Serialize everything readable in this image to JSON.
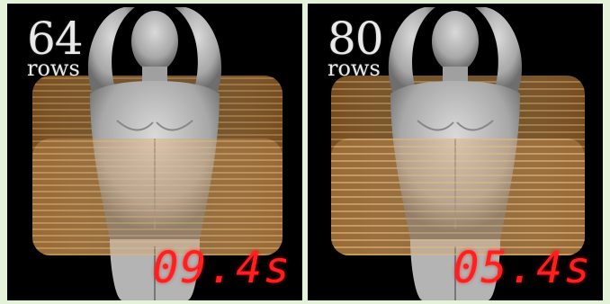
{
  "panels": [
    {
      "rows_number": "64",
      "rows_label": "rows",
      "time": "09.4s"
    },
    {
      "rows_number": "80",
      "rows_label": "rows",
      "time": "05.4s"
    }
  ],
  "colors": {
    "background": "#e4f2d9",
    "panel": "#000000",
    "coil": "#d2914a",
    "timer": "#ff1f1f",
    "label": "#e9e9e9"
  }
}
